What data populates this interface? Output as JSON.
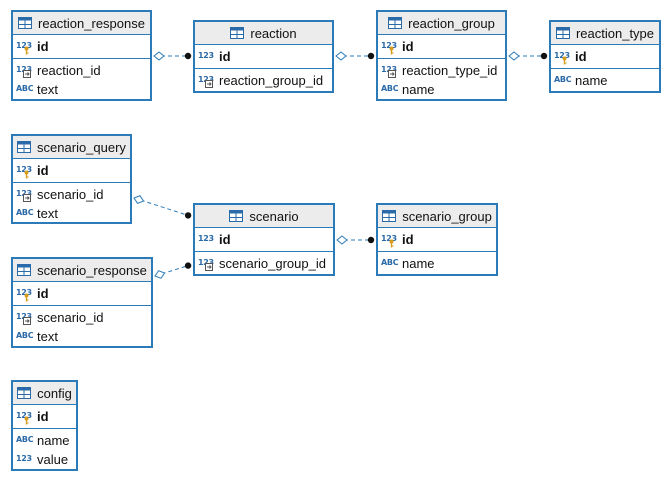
{
  "colors": {
    "border": "#2b7bb9",
    "header_bg": "#ececec",
    "type_icon": "#2b6aa8",
    "key_gold": "#d69c1a"
  },
  "icon_names": {
    "table": "table-icon",
    "pk": "primary-key-icon",
    "fk": "foreign-key-icon",
    "num": "numeric-type-icon",
    "text": "text-type-icon"
  },
  "type_glyphs": {
    "num": "123",
    "text": "ABC"
  },
  "entities": {
    "reaction_response": {
      "name": "reaction_response",
      "pk": [
        {
          "name": "id",
          "type": "num",
          "badge": "pk"
        }
      ],
      "fields": [
        {
          "name": "reaction_id",
          "type": "num",
          "badge": "fk"
        },
        {
          "name": "text",
          "type": "text"
        }
      ]
    },
    "reaction": {
      "name": "reaction",
      "pk": [
        {
          "name": "id",
          "type": "num"
        }
      ],
      "fields": [
        {
          "name": "reaction_group_id",
          "type": "num",
          "badge": "fk"
        }
      ]
    },
    "reaction_group": {
      "name": "reaction_group",
      "pk": [
        {
          "name": "id",
          "type": "num",
          "badge": "pk"
        }
      ],
      "fields": [
        {
          "name": "reaction_type_id",
          "type": "num",
          "badge": "fk"
        },
        {
          "name": "name",
          "type": "text"
        }
      ]
    },
    "reaction_type": {
      "name": "reaction_type",
      "pk": [
        {
          "name": "id",
          "type": "num",
          "badge": "pk"
        }
      ],
      "fields": [
        {
          "name": "name",
          "type": "text"
        }
      ]
    },
    "scenario_query": {
      "name": "scenario_query",
      "pk": [
        {
          "name": "id",
          "type": "num",
          "badge": "pk"
        }
      ],
      "fields": [
        {
          "name": "scenario_id",
          "type": "num",
          "badge": "fk"
        },
        {
          "name": "text",
          "type": "text"
        }
      ]
    },
    "scenario": {
      "name": "scenario",
      "pk": [
        {
          "name": "id",
          "type": "num"
        }
      ],
      "fields": [
        {
          "name": "scenario_group_id",
          "type": "num",
          "badge": "fk"
        }
      ]
    },
    "scenario_group": {
      "name": "scenario_group",
      "pk": [
        {
          "name": "id",
          "type": "num",
          "badge": "pk"
        }
      ],
      "fields": [
        {
          "name": "name",
          "type": "text"
        }
      ]
    },
    "scenario_response": {
      "name": "scenario_response",
      "pk": [
        {
          "name": "id",
          "type": "num",
          "badge": "pk"
        }
      ],
      "fields": [
        {
          "name": "scenario_id",
          "type": "num",
          "badge": "fk"
        },
        {
          "name": "text",
          "type": "text"
        }
      ]
    },
    "config": {
      "name": "config",
      "pk": [
        {
          "name": "id",
          "type": "num",
          "badge": "pk"
        }
      ],
      "fields": [
        {
          "name": "name",
          "type": "text"
        },
        {
          "name": "value",
          "type": "num"
        }
      ]
    }
  },
  "relationships": [
    {
      "from": "reaction_response",
      "to": "reaction",
      "via": "reaction_id"
    },
    {
      "from": "reaction",
      "to": "reaction_group",
      "via": "reaction_group_id"
    },
    {
      "from": "reaction_group",
      "to": "reaction_type",
      "via": "reaction_type_id"
    },
    {
      "from": "scenario_query",
      "to": "scenario",
      "via": "scenario_id"
    },
    {
      "from": "scenario_response",
      "to": "scenario",
      "via": "scenario_id"
    },
    {
      "from": "scenario",
      "to": "scenario_group",
      "via": "scenario_group_id"
    }
  ]
}
